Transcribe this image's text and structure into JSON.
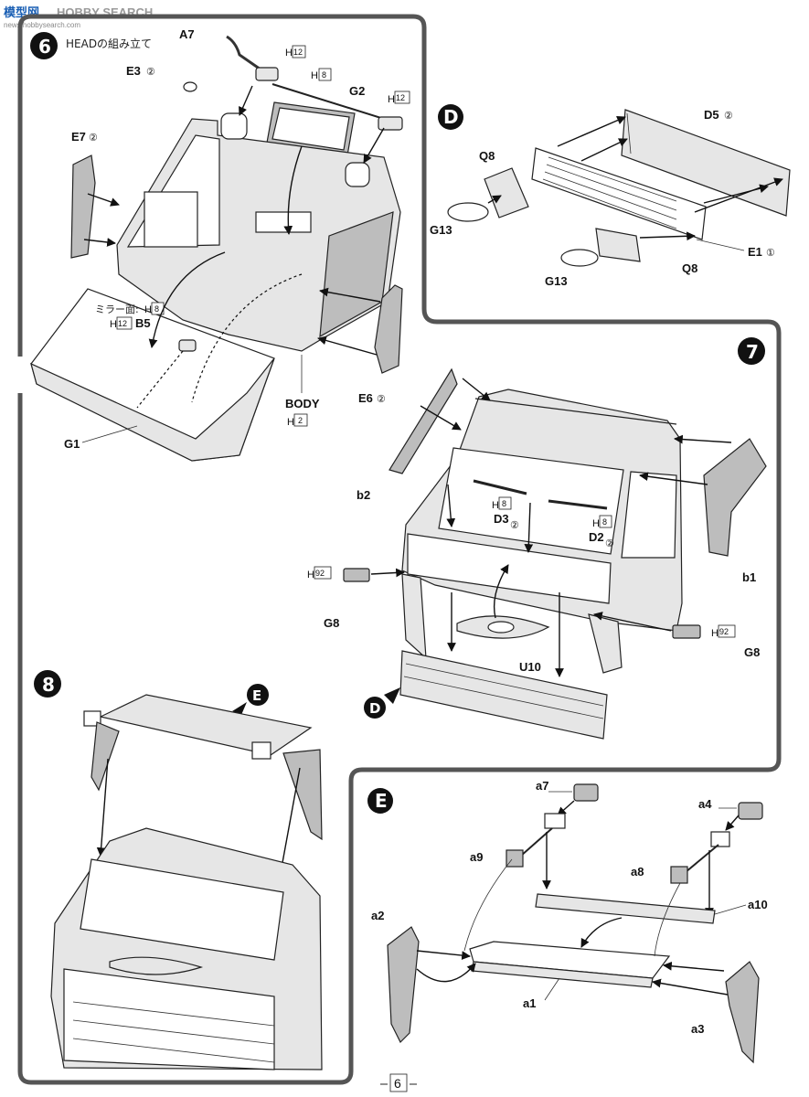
{
  "watermark": {
    "brand": "模型网",
    "text": "HOBBY SEARCH",
    "url": "news.hobbysearch.com"
  },
  "page_number": "6",
  "steps": {
    "step6": {
      "number": "6",
      "title": "HEADの組み立て",
      "labels": {
        "a7": "A7",
        "h12_a": "H",
        "h12_a_n": "12",
        "e3": "E3",
        "e3_q": "②",
        "h8_a": "H",
        "h8_a_n": "8",
        "g2": "G2",
        "h12_b": "H",
        "h12_b_n": "12",
        "e7": "E7",
        "e7_q": "②",
        "mirror": "ミラー面:",
        "mirror_h": "H",
        "mirror_h_n": "8",
        "h12_c": "H",
        "h12_c_n": "12",
        "b5": "B5",
        "g1": "G1",
        "body": "BODY",
        "body_h": "H",
        "body_h_n": "2",
        "e6": "E6",
        "e6_q": "②"
      }
    },
    "stepD": {
      "letter": "D",
      "labels": {
        "d5": "D5",
        "d5_q": "②",
        "q8_a": "Q8",
        "g13_a": "G13",
        "e1": "E1",
        "e1_q": "①",
        "g13_b": "G13",
        "q8_b": "Q8"
      }
    },
    "step7": {
      "number": "7",
      "labels": {
        "b2": "b2",
        "h8_c": "H",
        "h8_c_n": "8",
        "d3": "D3",
        "d3_q": "②",
        "h8_d": "H",
        "h8_d_n": "8",
        "d2": "D2",
        "d2_q": "②",
        "b1": "b1",
        "h92_a": "H",
        "h92_a_n": "92",
        "g8_a": "G8",
        "u10": "U10",
        "h92_b": "H",
        "h92_b_n": "92",
        "g8_b": "G8",
        "d_ref": "D"
      }
    },
    "step8": {
      "number": "8",
      "labels": {
        "e_ref": "E"
      }
    },
    "stepE": {
      "letter": "E",
      "labels": {
        "a7": "a7",
        "a4": "a4",
        "a9": "a9",
        "a8": "a8",
        "a2": "a2",
        "a10": "a10",
        "a1": "a1",
        "a3": "a3"
      }
    }
  }
}
